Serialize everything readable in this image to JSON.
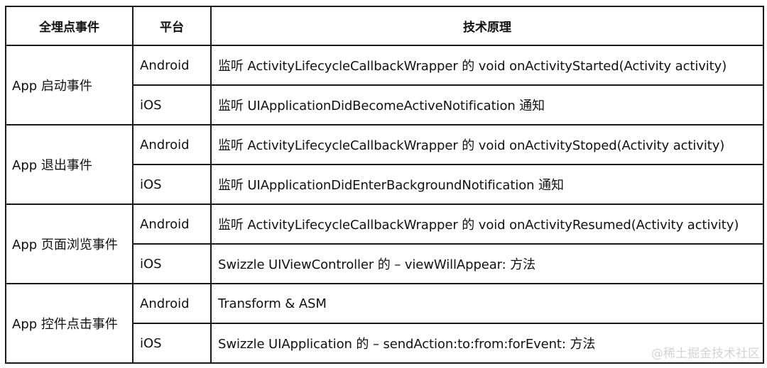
{
  "table": {
    "headers": [
      "全埋点事件",
      "平台",
      "技术原理"
    ],
    "groups": [
      {
        "event": "App 启动事件",
        "rows": [
          {
            "platform": "Android",
            "principle": "监听 ActivityLifecycleCallbackWrapper 的 void onActivityStarted(Activity activity)"
          },
          {
            "platform": "iOS",
            "principle": "监听 UIApplicationDidBecomeActiveNotification 通知"
          }
        ]
      },
      {
        "event": "App 退出事件",
        "rows": [
          {
            "platform": "Android",
            "principle": "监听 ActivityLifecycleCallbackWrapper 的 void onActivityStoped(Activity activity)"
          },
          {
            "platform": "iOS",
            "principle": "监听 UIApplicationDidEnterBackgroundNotification 通知"
          }
        ]
      },
      {
        "event": "App 页面浏览事件",
        "rows": [
          {
            "platform": "Android",
            "principle": "监听 ActivityLifecycleCallbackWrapper 的 void onActivityResumed(Activity activity)"
          },
          {
            "platform": "iOS",
            "principle": "Swizzle UIViewController 的 – viewWillAppear: 方法"
          }
        ]
      },
      {
        "event": "App 控件点击事件",
        "rows": [
          {
            "platform": "Android",
            "principle": "Transform & ASM"
          },
          {
            "platform": "iOS",
            "principle": "Swizzle UIApplication 的 – sendAction:to:from:forEvent: 方法"
          }
        ]
      }
    ]
  },
  "watermark": "@稀土掘金技术社区"
}
